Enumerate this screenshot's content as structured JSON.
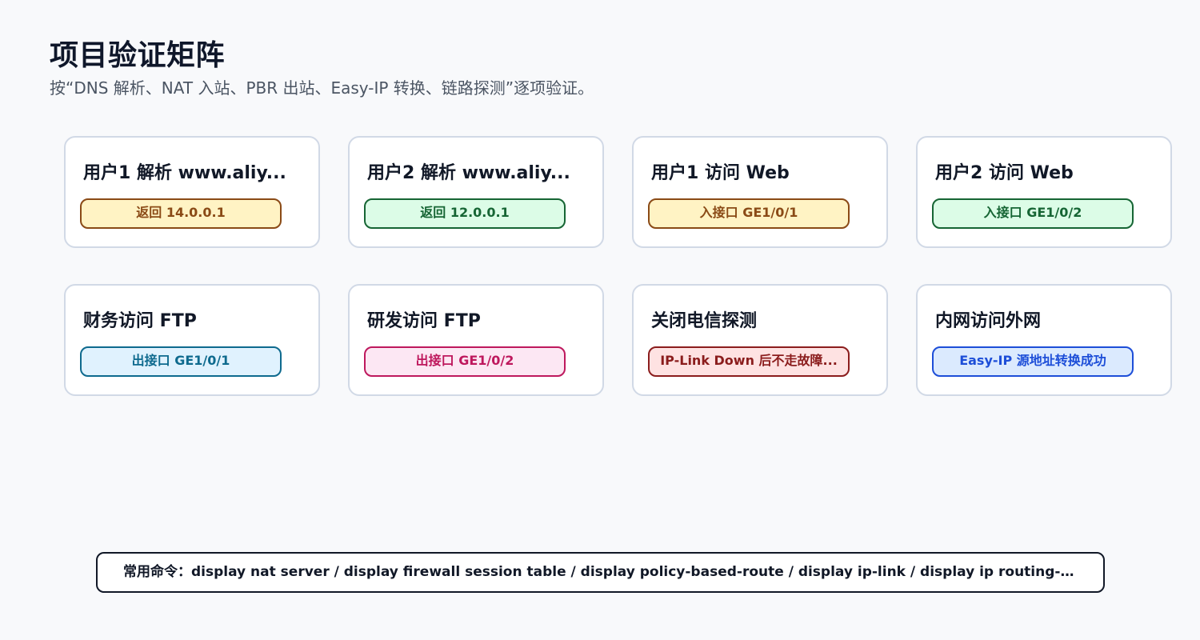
{
  "header": {
    "title": "项目验证矩阵",
    "subtitle": "按“DNS 解析、NAT 入站、PBR 出站、Easy-IP 转换、链路探测”逐项验证。"
  },
  "cards": [
    {
      "title": "用户1 解析 www.aliy...",
      "result": "返回 14.0.0.1",
      "tone": "yellow"
    },
    {
      "title": "用户2 解析 www.aliy...",
      "result": "返回 12.0.0.1",
      "tone": "green"
    },
    {
      "title": "用户1 访问 Web",
      "result": "入接口 GE1/0/1",
      "tone": "yellow"
    },
    {
      "title": "用户2 访问 Web",
      "result": "入接口 GE1/0/2",
      "tone": "green"
    },
    {
      "title": "财务访问 FTP",
      "result": "出接口 GE1/0/1",
      "tone": "blue"
    },
    {
      "title": "研发访问 FTP",
      "result": "出接口 GE1/0/2",
      "tone": "pink"
    },
    {
      "title": "关闭电信探测",
      "result": "IP-Link Down 后不走故障...",
      "tone": "red"
    },
    {
      "title": "内网访问外网",
      "result": "Easy-IP 源地址转换成功",
      "tone": "indigo"
    }
  ],
  "footer": {
    "commands": "常用命令：display nat server / display firewall session table / display policy-based-route / display ip-link / display ip routing-ta..."
  },
  "colors": {
    "background": "#f8f9fb",
    "card_border": "#d1d9e6",
    "yellow": "#fff3c4",
    "green": "#dcfce7",
    "blue": "#e0f2fe",
    "pink": "#fce7f3",
    "red": "#fee2e2",
    "indigo": "#dbeafe"
  }
}
